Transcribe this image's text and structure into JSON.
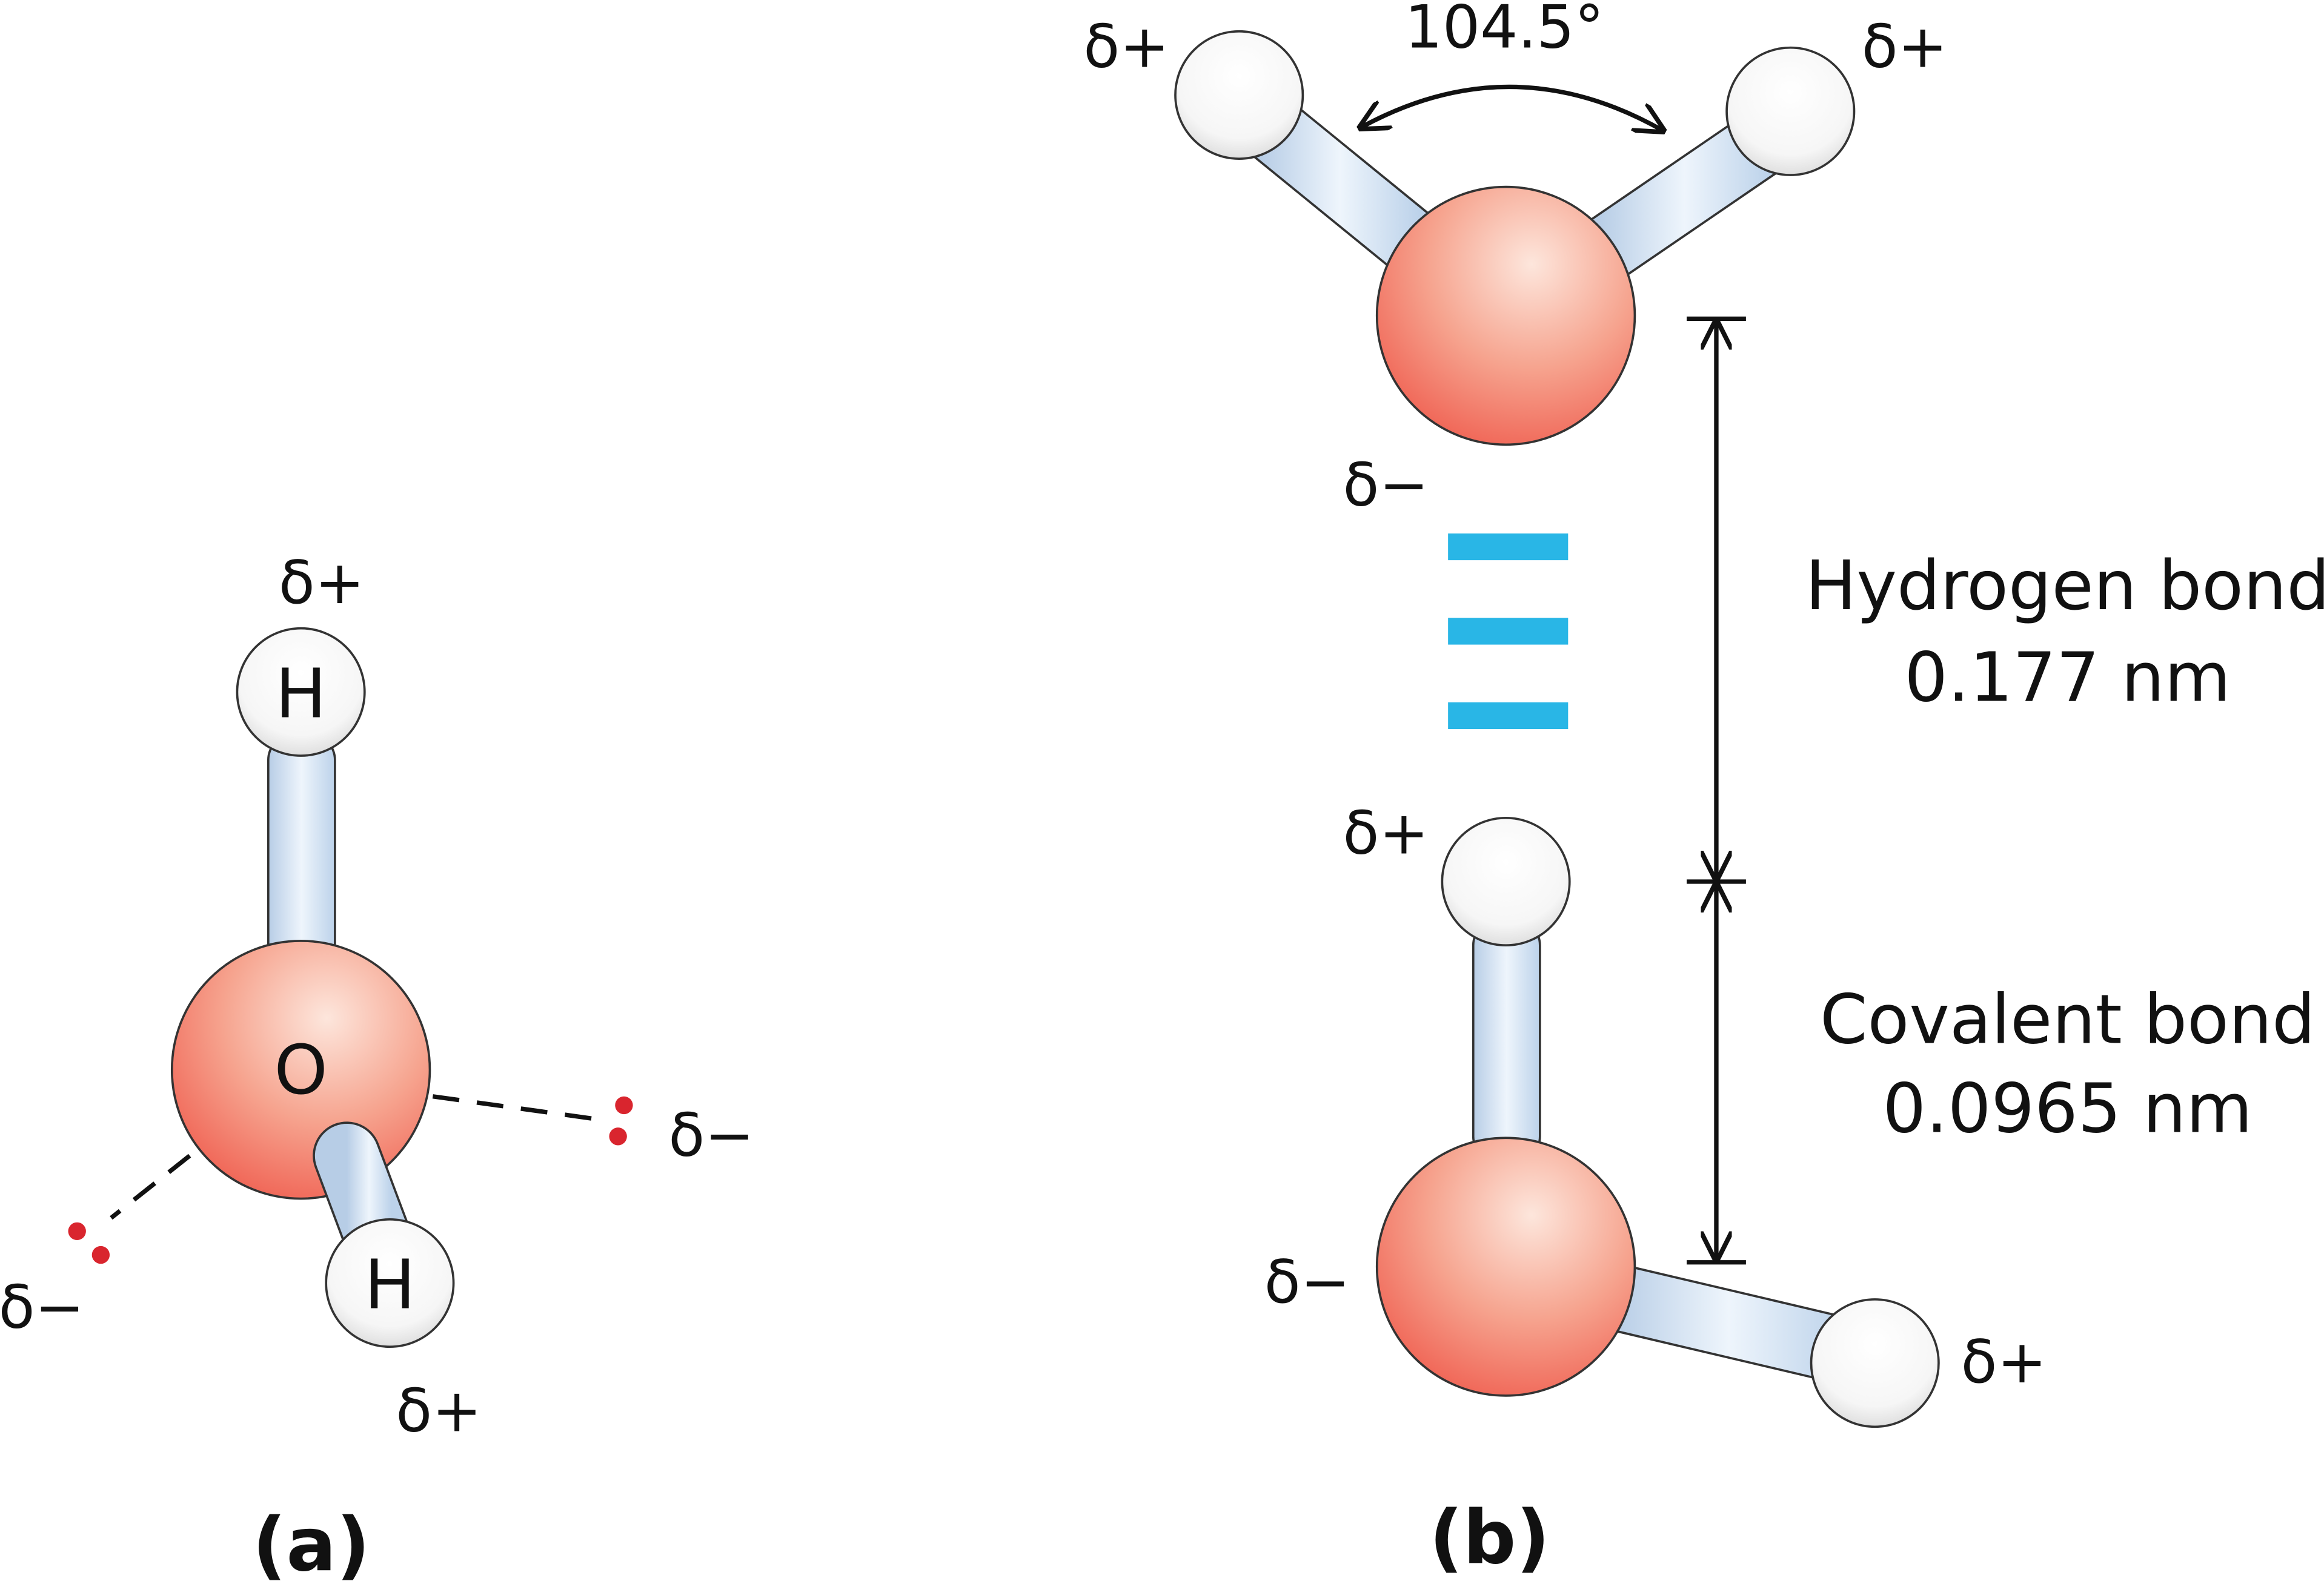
{
  "colors": {
    "oxygen": "#f47a6a",
    "hydrogen": "#ffffff",
    "bond": "#cfe2f5",
    "hydrogen_bond": "#29b6e6",
    "lone_pair": "#d9252e"
  },
  "panel_a": {
    "label": "(a)",
    "oxygen": "O",
    "hydrogen_top": "H",
    "hydrogen_bottom": "H",
    "charge_top_h": "δ+",
    "charge_bottom_h": "δ+",
    "charge_right_lp": "δ−",
    "charge_left_lp": "δ−"
  },
  "panel_b": {
    "label": "(b)",
    "angle": "104.5°",
    "charge_top_left_h": "δ+",
    "charge_top_right_h": "δ+",
    "charge_top_o": "δ−",
    "charge_bottom_top_h": "δ+",
    "charge_bottom_o": "δ−",
    "charge_bottom_right_h": "δ+",
    "hydrogen_bond_label": "Hydrogen bond",
    "hydrogen_bond_length": "0.177 nm",
    "covalent_bond_label": "Covalent bond",
    "covalent_bond_length": "0.0965 nm"
  }
}
